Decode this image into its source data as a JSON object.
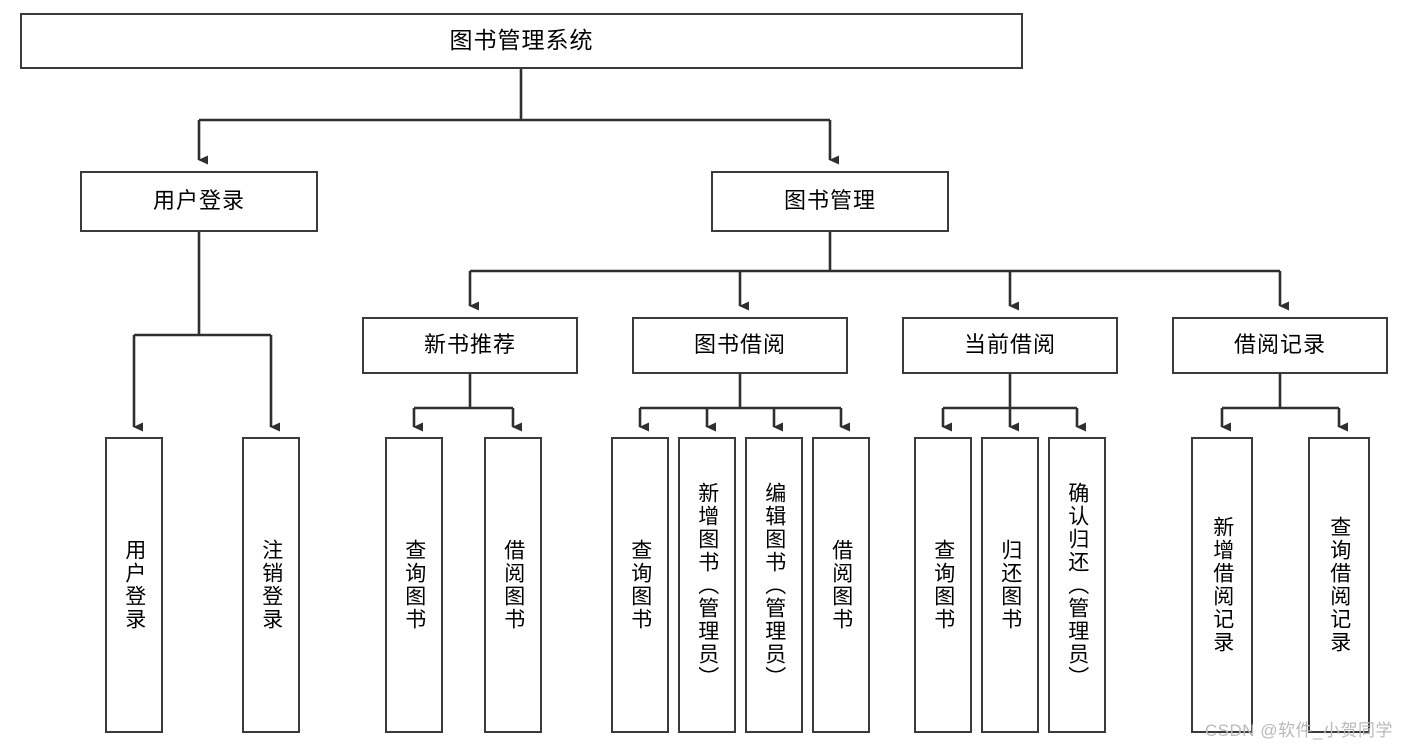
{
  "diagram": {
    "title": "图书管理系统",
    "type": "tree-hierarchy-diagram",
    "colors": {
      "box_border": "#3a3a3a",
      "box_fill": "#ffffff",
      "connector": "#2f2f2f",
      "text": "#000000",
      "watermark": "#b9b9b9",
      "background": "#ffffff"
    },
    "root": {
      "label": "图书管理系统"
    },
    "level2": [
      {
        "id": "user-login",
        "label": "用户登录"
      },
      {
        "id": "book-management",
        "label": "图书管理"
      }
    ],
    "level3": [
      {
        "id": "new-book-recommend",
        "label": "新书推荐"
      },
      {
        "id": "book-borrow",
        "label": "图书借阅"
      },
      {
        "id": "current-borrow",
        "label": "当前借阅"
      },
      {
        "id": "borrow-record",
        "label": "借阅记录"
      }
    ],
    "leaves": {
      "user_login": [
        {
          "id": "leaf-user-login",
          "label": "用户登录"
        },
        {
          "id": "leaf-logout-login",
          "label": "注销登录"
        }
      ],
      "new_book_recommend": [
        {
          "id": "leaf-query-book-1",
          "label": "查询图书"
        },
        {
          "id": "leaf-borrow-book-1",
          "label": "借阅图书"
        }
      ],
      "book_borrow": [
        {
          "id": "leaf-query-book-2",
          "label": "查询图书"
        },
        {
          "id": "leaf-add-book",
          "label": "新增图书（管理员）"
        },
        {
          "id": "leaf-edit-book",
          "label": "编辑图书（管理员）"
        },
        {
          "id": "leaf-borrow-book-2",
          "label": "借阅图书"
        }
      ],
      "current_borrow": [
        {
          "id": "leaf-query-book-3",
          "label": "查询图书"
        },
        {
          "id": "leaf-return-book",
          "label": "归还图书"
        },
        {
          "id": "leaf-confirm-return",
          "label": "确认归还（管理员）"
        }
      ],
      "borrow_record": [
        {
          "id": "leaf-add-record",
          "label": "新增借阅记录"
        },
        {
          "id": "leaf-query-record",
          "label": "查询借阅记录"
        }
      ]
    },
    "watermark": "CSDN @软件_小贺同学"
  }
}
